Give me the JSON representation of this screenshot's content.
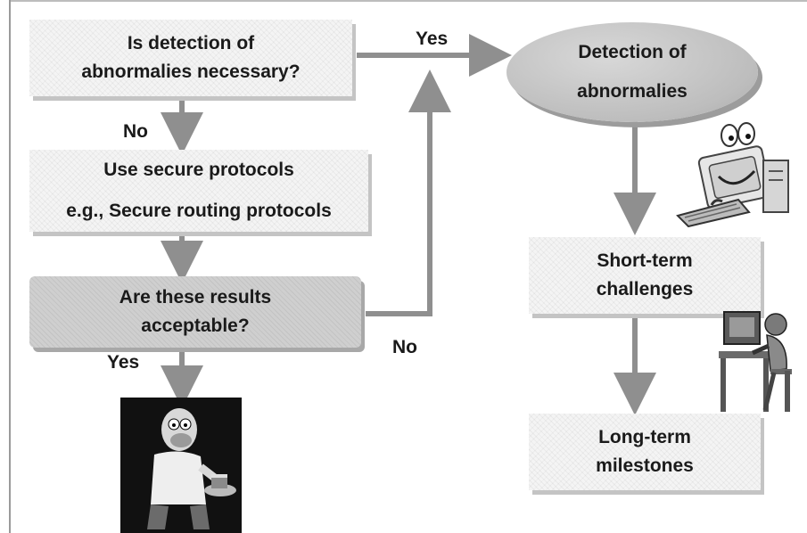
{
  "nodes": {
    "detection_question": [
      "Is detection of",
      "abnormalies necessary?"
    ],
    "secure_protocols": [
      "Use secure protocols",
      "e.g., Secure routing protocols"
    ],
    "results_question": [
      "Are these results",
      "acceptable?"
    ],
    "detection": [
      "Detection of",
      "abnormalies"
    ],
    "short_term": [
      "Short-term",
      "challenges"
    ],
    "long_term": [
      "Long-term",
      "milestones"
    ]
  },
  "edge_labels": {
    "yes_top": "Yes",
    "no_left": "No",
    "yes_bottom": "Yes",
    "no_right": "No"
  },
  "colors": {
    "arrow": "#8f8f8f",
    "box_light": "#f4f4f4",
    "box_dark": "#cfcfcf",
    "ellipse": "#bdbdbd"
  },
  "clipart": [
    "computer-character-icon",
    "person-at-computer-icon",
    "homer-with-cake-icon"
  ]
}
